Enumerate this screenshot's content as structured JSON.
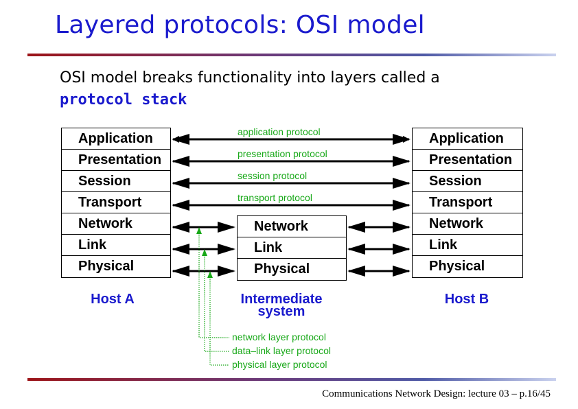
{
  "slide": {
    "title": "Layered protocols: OSI model",
    "intro_line1": "OSI model breaks functionality into layers called a",
    "intro_emphasis": "protocol stack",
    "footer": "Communications Network Design: lecture 03 – p.16/45"
  },
  "diagram": {
    "host_a": {
      "label": "Host A",
      "layers": [
        "Application",
        "Presentation",
        "Session",
        "Transport",
        "Network",
        "Link",
        "Physical"
      ]
    },
    "intermediate": {
      "label_line1": "Intermediate",
      "label_line2": "system",
      "layers": [
        "Network",
        "Link",
        "Physical"
      ]
    },
    "host_b": {
      "label": "Host B",
      "layers": [
        "Application",
        "Presentation",
        "Session",
        "Transport",
        "Network",
        "Link",
        "Physical"
      ]
    },
    "peer_protocols": [
      "application protocol",
      "presentation protocol",
      "session protocol",
      "transport protocol"
    ],
    "lower_protocols": [
      "network layer protocol",
      "data–link layer protocol",
      "physical layer protocol"
    ],
    "colors": {
      "title": "#1a1acd",
      "protocol_text": "#18a818",
      "rule_start": "#9c1418",
      "rule_end": "#c9d1ee"
    }
  }
}
